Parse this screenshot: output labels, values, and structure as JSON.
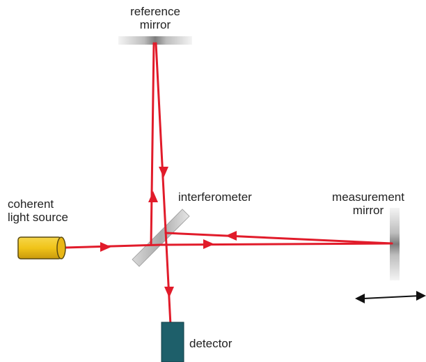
{
  "labels": {
    "reference_mirror": "reference\nmirror",
    "coherent_light_source": "coherent\nlight source",
    "interferometer": "interferometer",
    "measurement_mirror": "measurement\nmirror",
    "detector": "detector"
  },
  "colors": {
    "beam": "#e11b2a",
    "source_body": "#f0c419",
    "source_outline": "#5a4a10",
    "detector_body": "#1e5f6a",
    "mirror_light": "#f2f2f2",
    "mirror_dark": "#8f8f8f",
    "arrow": "#111111",
    "text": "#222222"
  },
  "icons": {
    "motion_arrow": "double-headed-arrow-icon"
  }
}
